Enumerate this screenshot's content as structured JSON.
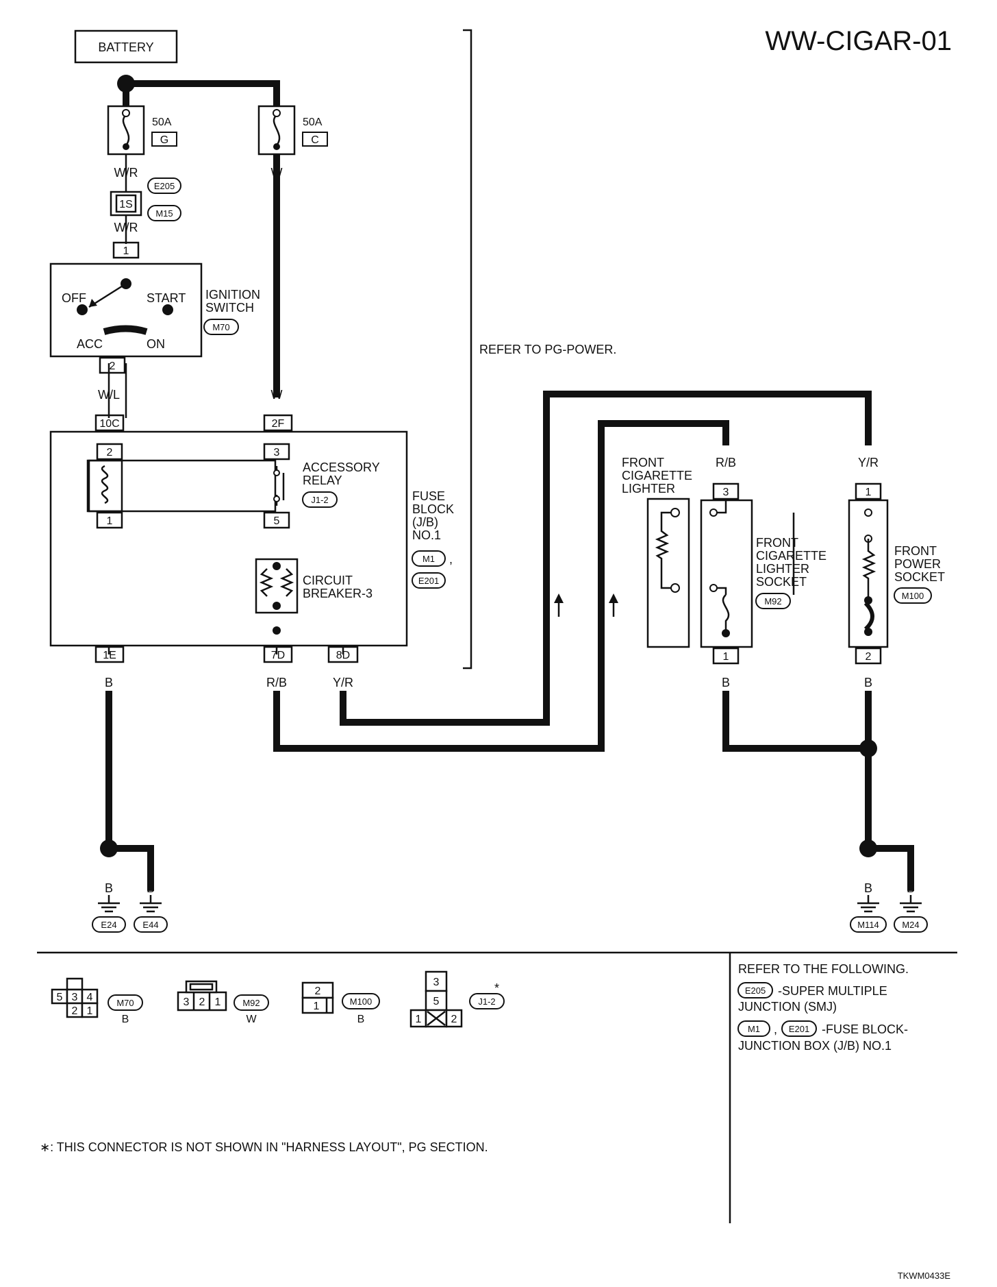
{
  "title": "WW-CIGAR-01",
  "doc_code": "TKWM0433E",
  "battery": "BATTERY",
  "fuse_g": {
    "rating": "50A",
    "letter": "G"
  },
  "fuse_c": {
    "rating": "50A",
    "letter": "C"
  },
  "wires": {
    "wr1": "W/R",
    "wr2": "W/R",
    "w1": "W",
    "w2": "W",
    "wl": "W/L",
    "b_1e": "B",
    "rb_7d": "R/B",
    "yr_8d": "Y/R",
    "rb_m92": "R/B",
    "yr_m100": "Y/R",
    "b_m92": "B",
    "b_m100": "B",
    "g1": "B",
    "g2": "B",
    "g3": "B",
    "g4": "B"
  },
  "smj_connector": "1S",
  "connectors": {
    "e205": "E205",
    "m15": "M15",
    "m70": "M70",
    "j12": "J1-2",
    "m1": "M1",
    "e201": "E201",
    "m92": "M92",
    "m100": "M100"
  },
  "grounds": [
    "E24",
    "E44",
    "M114",
    "M24"
  ],
  "ignition": {
    "name_line1": "IGNITION",
    "name_line2": "SWITCH",
    "off": "OFF",
    "start": "START",
    "acc": "ACC",
    "on": "ON",
    "pin_in": "1",
    "pin_out": "2"
  },
  "fuse_block": {
    "l1": "FUSE",
    "l2": "BLOCK",
    "l3": "(J/B)",
    "l4": "NO.1",
    "comma": ","
  },
  "relay": {
    "l1": "ACCESSORY",
    "l2": "RELAY",
    "pin2": "2",
    "pin3": "3",
    "pin1": "1",
    "pin5": "5"
  },
  "breaker": {
    "l1": "CIRCUIT",
    "l2": "BREAKER-3"
  },
  "pins": {
    "p10c": "10C",
    "p2f": "2F",
    "p1e": "1E",
    "p7d": "7D",
    "p8d": "8D"
  },
  "refer_pg": "REFER TO PG-POWER.",
  "lighter": {
    "l1": "FRONT",
    "l2": "CIGARETTE",
    "l3": "LIGHTER"
  },
  "lighter_socket": {
    "l1": "FRONT",
    "l2": "CIGARETTE",
    "l3": "LIGHTER",
    "l4": "SOCKET",
    "pin_top": "3",
    "pin_bot": "1"
  },
  "power_socket": {
    "l1": "FRONT",
    "l2": "POWER",
    "l3": "SOCKET",
    "pin_top": "1",
    "pin_bot": "2"
  },
  "connector_views": {
    "m70": {
      "pins_top": [
        "5",
        "3",
        "4"
      ],
      "pins_bottom": [
        "2",
        "1"
      ],
      "id": "M70",
      "color": "B"
    },
    "m92": {
      "pins": [
        "3",
        "2",
        "1"
      ],
      "id": "M92",
      "color": "W"
    },
    "m100": {
      "pins": [
        "2",
        "1"
      ],
      "id": "M100",
      "color": "B"
    },
    "j12": {
      "pins": [
        "3",
        "5",
        "1",
        "2"
      ],
      "id": "J1-2",
      "star": "*"
    }
  },
  "footnote": "∗: THIS CONNECTOR IS NOT SHOWN IN \"HARNESS LAYOUT\", PG SECTION.",
  "refer_following": {
    "heading": "REFER TO THE FOLLOWING.",
    "e205_id": "E205",
    "e205_desc1": "-SUPER MULTIPLE",
    "e205_desc2": "JUNCTION (SMJ)",
    "m1_id": "M1",
    "comma": ",",
    "e201_id": "E201",
    "fb_desc1": "-FUSE BLOCK-",
    "fb_desc2": "JUNCTION BOX (J/B) NO.1"
  }
}
